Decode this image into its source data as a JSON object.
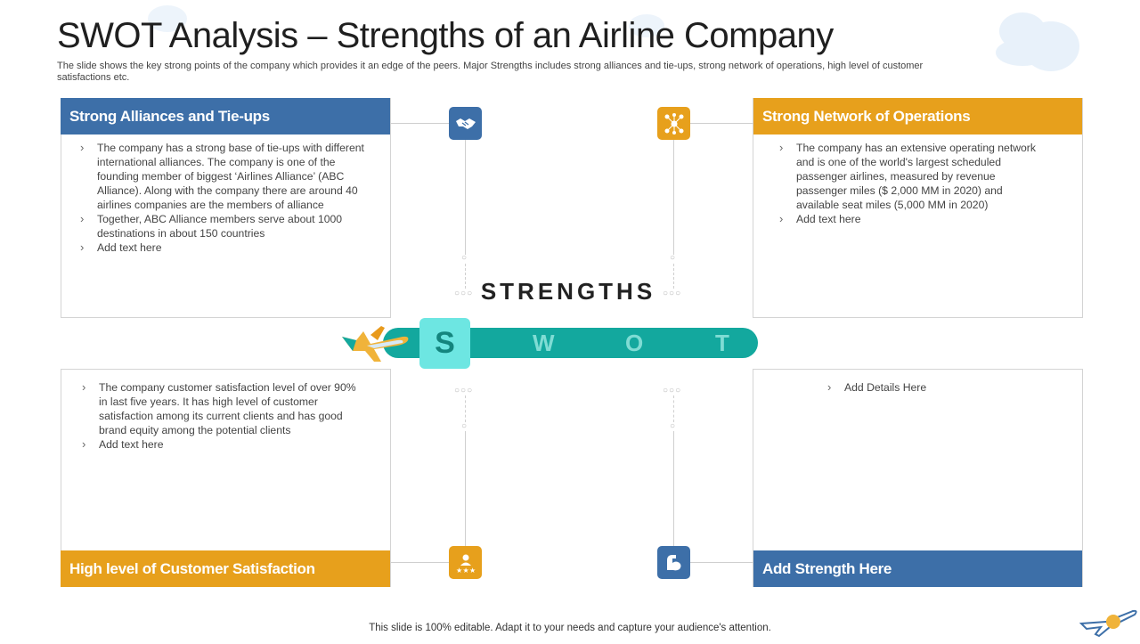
{
  "slide": {
    "title": "SWOT Analysis – Strengths of an Airline Company",
    "subtitle": "The slide shows the key strong points of the company which provides it an edge of the peers. Major Strengths includes strong alliances and tie-ups, strong network of operations, high level of customer satisfactions etc.",
    "footer": "This slide is 100% editable. Adapt it to your needs and capture your audience's attention."
  },
  "center": {
    "label": "STRENGTHS",
    "letters": [
      "S",
      "W",
      "O",
      "T"
    ]
  },
  "quadrants": {
    "top_left": {
      "title": "Strong Alliances and Tie-ups",
      "points": [
        "The company has a strong base of tie-ups with different international alliances. The company is one of the founding member of biggest ‘Airlines Alliance’ (ABC Alliance). Along with the company there are around 40 airlines companies are the members of alliance",
        "Together, ABC Alliance members serve about 1000 destinations in about 150 countries",
        "Add text here"
      ],
      "icon": "handshake-icon"
    },
    "top_right": {
      "title": "Strong Network of Operations",
      "points": [
        "The company has an extensive operating network and is one of the world's largest scheduled passenger airlines, measured by revenue passenger miles ($ 2,000 MM in 2020) and available seat miles (5,000 MM in 2020)",
        "Add text here"
      ],
      "icon": "network-icon"
    },
    "bottom_left": {
      "title": "High level of Customer Satisfaction",
      "points": [
        "The company customer satisfaction level of over 90% in last five years. It has high level of customer satisfaction among its current clients and has good brand equity among the potential clients",
        "Add text here"
      ],
      "icon": "customer-stars-icon"
    },
    "bottom_right": {
      "title": "Add Strength Here",
      "points": [
        "Add Details Here"
      ],
      "icon": "flexed-arm-icon"
    }
  },
  "colors": {
    "blue": "#3d6fa8",
    "gold": "#e7a01c",
    "teal": "#13a89e",
    "teal_light": "#6de6e2"
  }
}
